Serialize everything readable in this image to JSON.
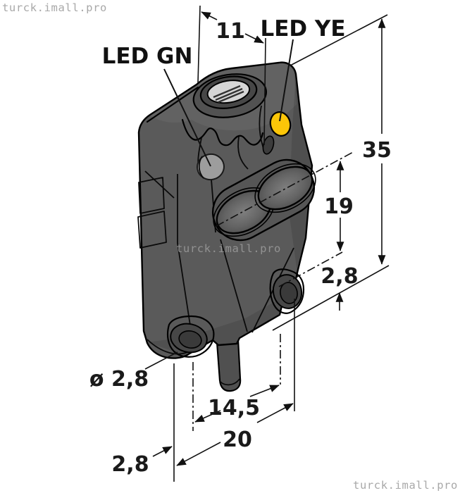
{
  "drawing": {
    "type": "sensor-dimensional-drawing",
    "units": "mm"
  },
  "watermarks": {
    "top_left": "turck.imall.pro",
    "center": "turck.imall.pro",
    "bottom_right": "turck.imall.pro"
  },
  "labels": {
    "led_green": "LED GN",
    "led_yellow": "LED YE"
  },
  "dimensions": {
    "top_width": "11",
    "overall_height": "35",
    "lens_to_hole_center": "19",
    "hole_center_to_bottom": "2,8",
    "mounting_hole_diameter": "ø 2,8",
    "hole_center_spacing": "14,5",
    "overall_width": "20",
    "edge_to_hole_center": "2,8"
  },
  "colors": {
    "background": "#ffffff",
    "body": "#5a5a5a",
    "body_dark": "#474747",
    "hole_dark": "#3a3a3a",
    "outline": "#000000",
    "led_yellow": "#fcc608",
    "led_green_indicator": "#9d9d9d",
    "screw_face": "#d6d6d6",
    "cable": "#505050",
    "dimension_line": "#111111",
    "watermark": "#a8a8a8"
  }
}
